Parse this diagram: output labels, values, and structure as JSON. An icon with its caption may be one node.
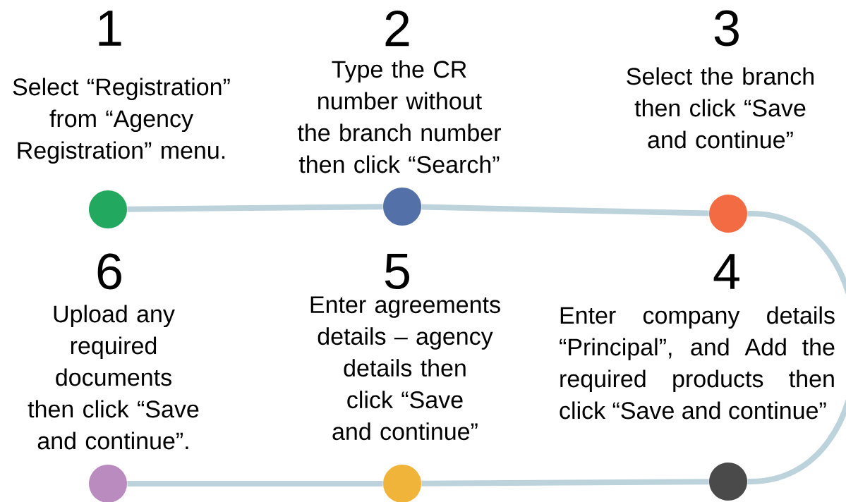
{
  "diagram": {
    "nodes": [
      {
        "text": [],
        "shape": "circle",
        "beside": [
          "1",
          "Select “Registration” from “Agency Registration” menu."
        ]
      },
      {
        "text": [],
        "shape": "circle",
        "beside": [
          "2",
          "Type the CR number without the branch number then click “Search”"
        ]
      },
      {
        "text": [],
        "shape": "circle",
        "beside": [
          "3",
          "Select the branch then click “Save and continue”"
        ]
      },
      {
        "text": [],
        "shape": "circle",
        "beside": [
          "4",
          "Enter company details “Principal”, and Add the required products then click “Save and continue”"
        ]
      },
      {
        "text": [],
        "shape": "circle",
        "beside": [
          "5",
          "Enter agreements details – agency details then click “Save and continue”"
        ]
      },
      {
        "text": [],
        "shape": "circle",
        "beside": [
          "6",
          "Upload any required documents then click “Save and continue”."
        ]
      }
    ],
    "edges": [
      {
        "from": 0,
        "to": 1,
        "arrow": "none"
      },
      {
        "from": 1,
        "to": 2,
        "arrow": "none"
      },
      {
        "from": 2,
        "to": 3,
        "arrow": "none"
      },
      {
        "from": 3,
        "to": 4,
        "arrow": "none"
      },
      {
        "from": 4,
        "to": 5,
        "arrow": "none"
      }
    ]
  }
}
